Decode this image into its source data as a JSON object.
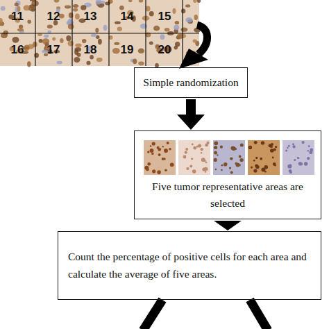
{
  "diagram": {
    "nodes": [
      {
        "text": [
          "Simple randomization"
        ]
      },
      {
        "text": [
          "Five tumor representative areas are selected"
        ]
      },
      {
        "text": [
          "Count the percentage of positive cells for each area and calculate the average of five areas."
        ]
      }
    ],
    "edges": [
      {
        "from": 0,
        "to": 1,
        "arrow": "to"
      },
      {
        "from": 1,
        "to": 2,
        "arrow": "to"
      }
    ],
    "labels": [
      "11",
      "12",
      "13",
      "14",
      "15",
      "16",
      "17",
      "18",
      "19",
      "20"
    ]
  }
}
